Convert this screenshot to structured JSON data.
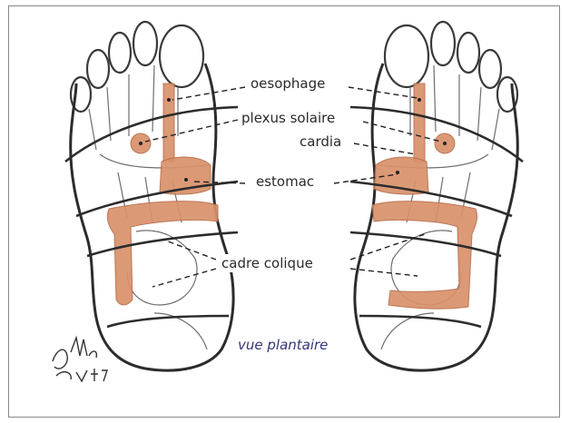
{
  "labels": {
    "oesophage": "oesophage",
    "plexus_solaire": "plexus solaire",
    "cardia": "cardia",
    "estomac": "estomac",
    "cadre_colique": "cadre colique"
  },
  "caption": "vue plantaire",
  "colors": {
    "zone_fill": "#d9916b",
    "outline": "#2c2c2c",
    "caption": "#35357a"
  },
  "signature_text": "F. Aldo 2017"
}
